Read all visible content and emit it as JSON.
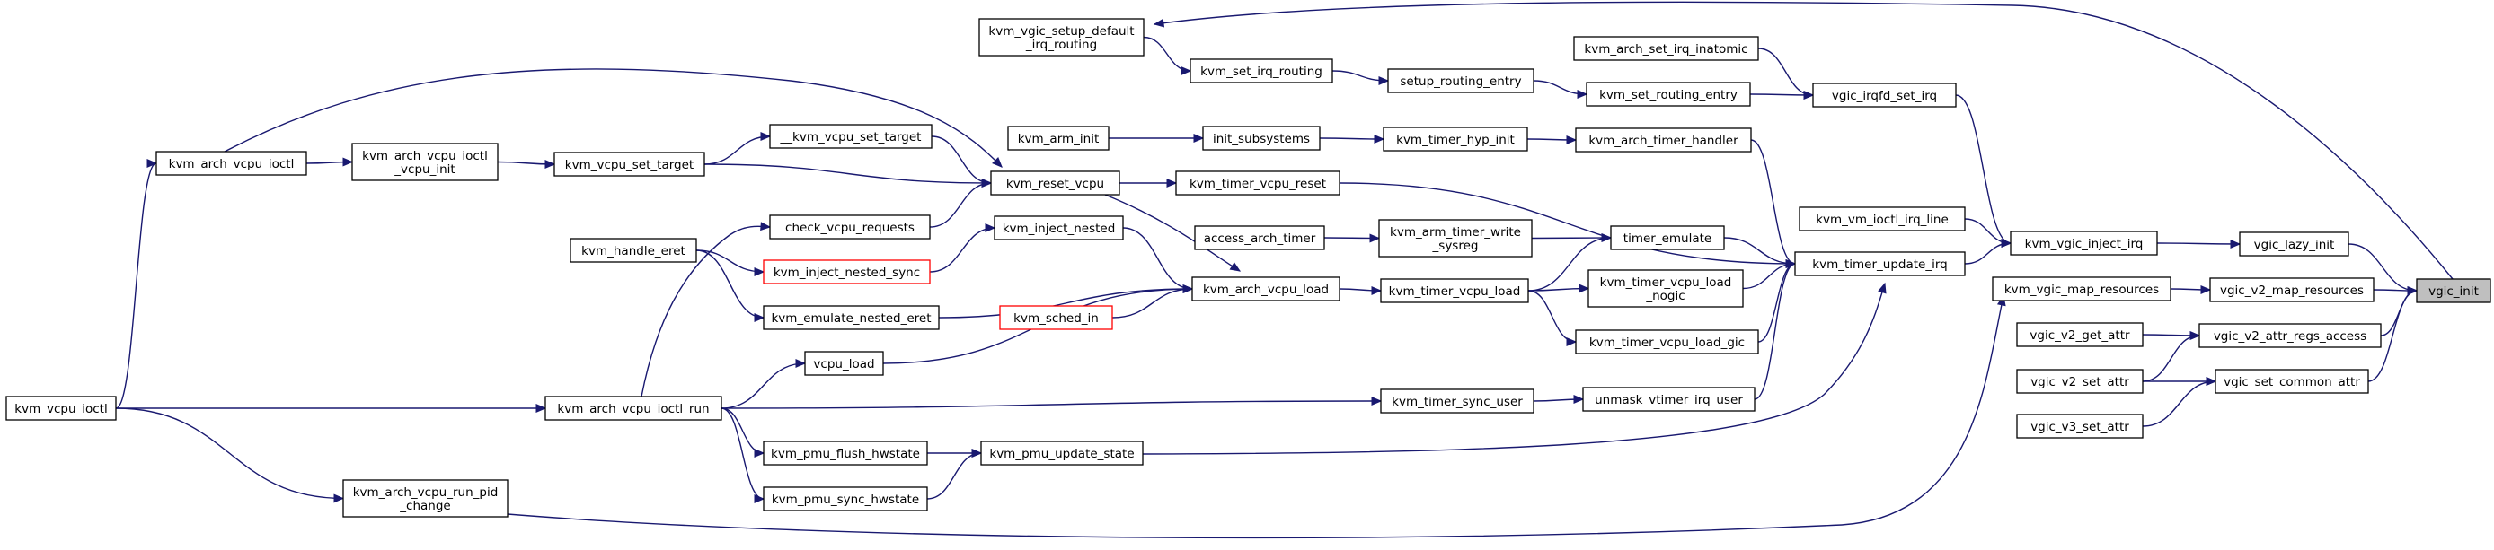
{
  "nodes": [
    {
      "id": "vgic_init",
      "lines": [
        "vgic_init"
      ],
      "current": true
    },
    {
      "id": "vgic_lazy_init",
      "lines": [
        "vgic_lazy_init"
      ]
    },
    {
      "id": "vgic_v2_map_resources",
      "lines": [
        "vgic_v2_map_resources"
      ]
    },
    {
      "id": "vgic_v2_attr_regs_access",
      "lines": [
        "vgic_v2_attr_regs_access"
      ]
    },
    {
      "id": "vgic_set_common_attr",
      "lines": [
        "vgic_set_common_attr"
      ]
    },
    {
      "id": "kvm_vgic_inject_irq",
      "lines": [
        "kvm_vgic_inject_irq"
      ]
    },
    {
      "id": "kvm_vgic_map_resources",
      "lines": [
        "kvm_vgic_map_resources"
      ]
    },
    {
      "id": "vgic_v2_get_attr",
      "lines": [
        "vgic_v2_get_attr"
      ]
    },
    {
      "id": "vgic_v2_set_attr",
      "lines": [
        "vgic_v2_set_attr"
      ]
    },
    {
      "id": "vgic_v3_set_attr",
      "lines": [
        "vgic_v3_set_attr"
      ]
    },
    {
      "id": "vgic_irqfd_set_irq",
      "lines": [
        "vgic_irqfd_set_irq"
      ]
    },
    {
      "id": "kvm_vm_ioctl_irq_line",
      "lines": [
        "kvm_vm_ioctl_irq_line"
      ]
    },
    {
      "id": "kvm_timer_update_irq",
      "lines": [
        "kvm_timer_update_irq"
      ]
    },
    {
      "id": "kvm_arch_set_irq_inatomic",
      "lines": [
        "kvm_arch_set_irq_inatomic"
      ]
    },
    {
      "id": "kvm_set_routing_entry",
      "lines": [
        "kvm_set_routing_entry"
      ]
    },
    {
      "id": "kvm_arch_timer_handler",
      "lines": [
        "kvm_arch_timer_handler"
      ]
    },
    {
      "id": "timer_emulate",
      "lines": [
        "timer_emulate"
      ]
    },
    {
      "id": "kvm_timer_vcpu_load_nogic",
      "lines": [
        "kvm_timer_vcpu_load",
        "_nogic"
      ]
    },
    {
      "id": "kvm_timer_vcpu_load_gic",
      "lines": [
        "kvm_timer_vcpu_load_gic"
      ]
    },
    {
      "id": "unmask_vtimer_irq_user",
      "lines": [
        "unmask_vtimer_irq_user"
      ]
    },
    {
      "id": "kvm_vgic_setup_default_irq_routing",
      "lines": [
        "kvm_vgic_setup_default",
        "_irq_routing"
      ]
    },
    {
      "id": "kvm_set_irq_routing",
      "lines": [
        "kvm_set_irq_routing"
      ]
    },
    {
      "id": "setup_routing_entry",
      "lines": [
        "setup_routing_entry"
      ]
    },
    {
      "id": "kvm_timer_hyp_init",
      "lines": [
        "kvm_timer_hyp_init"
      ]
    },
    {
      "id": "kvm_timer_vcpu_reset",
      "lines": [
        "kvm_timer_vcpu_reset"
      ]
    },
    {
      "id": "kvm_arm_timer_write_sysreg",
      "lines": [
        "kvm_arm_timer_write",
        "_sysreg"
      ]
    },
    {
      "id": "kvm_timer_vcpu_load",
      "lines": [
        "kvm_timer_vcpu_load"
      ]
    },
    {
      "id": "kvm_timer_sync_user",
      "lines": [
        "kvm_timer_sync_user"
      ]
    },
    {
      "id": "kvm_pmu_update_state",
      "lines": [
        "kvm_pmu_update_state"
      ]
    },
    {
      "id": "init_subsystems",
      "lines": [
        "init_subsystems"
      ]
    },
    {
      "id": "kvm_arm_init",
      "lines": [
        "kvm_arm_init"
      ]
    },
    {
      "id": "kvm_reset_vcpu",
      "lines": [
        "kvm_reset_vcpu"
      ]
    },
    {
      "id": "access_arch_timer",
      "lines": [
        "access_arch_timer"
      ]
    },
    {
      "id": "kvm_arch_vcpu_load",
      "lines": [
        "kvm_arch_vcpu_load"
      ]
    },
    {
      "id": "kvm_pmu_flush_hwstate",
      "lines": [
        "kvm_pmu_flush_hwstate"
      ]
    },
    {
      "id": "kvm_pmu_sync_hwstate",
      "lines": [
        "kvm_pmu_sync_hwstate"
      ]
    },
    {
      "id": "__kvm_vcpu_set_target",
      "lines": [
        "__kvm_vcpu_set_target"
      ]
    },
    {
      "id": "check_vcpu_requests",
      "lines": [
        "check_vcpu_requests"
      ]
    },
    {
      "id": "kvm_inject_nested",
      "lines": [
        "kvm_inject_nested"
      ]
    },
    {
      "id": "kvm_inject_nested_sync",
      "lines": [
        "kvm_inject_nested_sync"
      ],
      "red": true
    },
    {
      "id": "kvm_emulate_nested_eret",
      "lines": [
        "kvm_emulate_nested_eret"
      ]
    },
    {
      "id": "kvm_sched_in",
      "lines": [
        "kvm_sched_in"
      ],
      "red": true
    },
    {
      "id": "vcpu_load",
      "lines": [
        "vcpu_load"
      ]
    },
    {
      "id": "kvm_arch_vcpu_ioctl_run",
      "lines": [
        "kvm_arch_vcpu_ioctl_run"
      ]
    },
    {
      "id": "kvm_vcpu_set_target",
      "lines": [
        "kvm_vcpu_set_target"
      ]
    },
    {
      "id": "kvm_handle_eret",
      "lines": [
        "kvm_handle_eret"
      ]
    },
    {
      "id": "kvm_arch_vcpu_ioctl_vcpu_init",
      "lines": [
        "kvm_arch_vcpu_ioctl",
        "_vcpu_init"
      ]
    },
    {
      "id": "kvm_arch_vcpu_run_pid_change",
      "lines": [
        "kvm_arch_vcpu_run_pid",
        "_change"
      ]
    },
    {
      "id": "kvm_arch_vcpu_ioctl",
      "lines": [
        "kvm_arch_vcpu_ioctl"
      ]
    },
    {
      "id": "kvm_vcpu_ioctl",
      "lines": [
        "kvm_vcpu_ioctl"
      ]
    }
  ],
  "edges": [
    [
      "vgic_lazy_init",
      "vgic_init"
    ],
    [
      "vgic_v2_map_resources",
      "vgic_init"
    ],
    [
      "vgic_v2_attr_regs_access",
      "vgic_init"
    ],
    [
      "vgic_set_common_attr",
      "vgic_init"
    ],
    [
      "kvm_vgic_setup_default_irq_routing",
      "vgic_init"
    ],
    [
      "kvm_vgic_inject_irq",
      "vgic_lazy_init"
    ],
    [
      "kvm_vgic_map_resources",
      "vgic_v2_map_resources"
    ],
    [
      "vgic_v2_get_attr",
      "vgic_v2_attr_regs_access"
    ],
    [
      "vgic_v2_set_attr",
      "vgic_v2_attr_regs_access"
    ],
    [
      "vgic_v2_set_attr",
      "vgic_set_common_attr"
    ],
    [
      "vgic_v3_set_attr",
      "vgic_set_common_attr"
    ],
    [
      "vgic_irqfd_set_irq",
      "kvm_vgic_inject_irq"
    ],
    [
      "kvm_vm_ioctl_irq_line",
      "kvm_vgic_inject_irq"
    ],
    [
      "kvm_timer_update_irq",
      "kvm_vgic_inject_irq"
    ],
    [
      "kvm_arch_vcpu_run_pid_change",
      "kvm_vgic_map_resources"
    ],
    [
      "kvm_arch_set_irq_inatomic",
      "vgic_irqfd_set_irq"
    ],
    [
      "kvm_set_routing_entry",
      "vgic_irqfd_set_irq"
    ],
    [
      "kvm_arch_timer_handler",
      "kvm_timer_update_irq"
    ],
    [
      "timer_emulate",
      "kvm_timer_update_irq"
    ],
    [
      "kvm_timer_vcpu_load_nogic",
      "kvm_timer_update_irq"
    ],
    [
      "kvm_timer_vcpu_load_gic",
      "kvm_timer_update_irq"
    ],
    [
      "unmask_vtimer_irq_user",
      "kvm_timer_update_irq"
    ],
    [
      "kvm_timer_vcpu_reset",
      "kvm_timer_update_irq"
    ],
    [
      "kvm_pmu_update_state",
      "kvm_timer_update_irq"
    ],
    [
      "kvm_vgic_setup_default_irq_routing",
      "kvm_set_irq_routing"
    ],
    [
      "kvm_set_irq_routing",
      "setup_routing_entry"
    ],
    [
      "setup_routing_entry",
      "kvm_set_routing_entry"
    ],
    [
      "kvm_timer_hyp_init",
      "kvm_arch_timer_handler"
    ],
    [
      "kvm_arm_timer_write_sysreg",
      "timer_emulate"
    ],
    [
      "kvm_timer_vcpu_load",
      "timer_emulate"
    ],
    [
      "kvm_timer_vcpu_load",
      "kvm_timer_vcpu_load_nogic"
    ],
    [
      "kvm_timer_vcpu_load",
      "kvm_timer_vcpu_load_gic"
    ],
    [
      "kvm_timer_sync_user",
      "unmask_vtimer_irq_user"
    ],
    [
      "init_subsystems",
      "kvm_timer_hyp_init"
    ],
    [
      "kvm_arm_init",
      "init_subsystems"
    ],
    [
      "kvm_reset_vcpu",
      "kvm_timer_vcpu_reset"
    ],
    [
      "access_arch_timer",
      "kvm_arm_timer_write_sysreg"
    ],
    [
      "kvm_arch_vcpu_load",
      "kvm_timer_vcpu_load"
    ],
    [
      "kvm_arch_vcpu_ioctl_run",
      "kvm_timer_sync_user"
    ],
    [
      "kvm_pmu_flush_hwstate",
      "kvm_pmu_update_state"
    ],
    [
      "kvm_pmu_sync_hwstate",
      "kvm_pmu_update_state"
    ],
    [
      "__kvm_vcpu_set_target",
      "kvm_reset_vcpu"
    ],
    [
      "check_vcpu_requests",
      "kvm_reset_vcpu"
    ],
    [
      "kvm_vcpu_set_target",
      "kvm_reset_vcpu"
    ],
    [
      "kvm_arch_vcpu_ioctl",
      "kvm_reset_vcpu"
    ],
    [
      "kvm_reset_vcpu",
      "kvm_arch_vcpu_load"
    ],
    [
      "kvm_inject_nested",
      "kvm_arch_vcpu_load"
    ],
    [
      "kvm_emulate_nested_eret",
      "kvm_arch_vcpu_load"
    ],
    [
      "kvm_sched_in",
      "kvm_arch_vcpu_load"
    ],
    [
      "vcpu_load",
      "kvm_arch_vcpu_load"
    ],
    [
      "kvm_arch_vcpu_ioctl_run",
      "kvm_pmu_flush_hwstate"
    ],
    [
      "kvm_arch_vcpu_ioctl_run",
      "kvm_pmu_sync_hwstate"
    ],
    [
      "kvm_vcpu_set_target",
      "__kvm_vcpu_set_target"
    ],
    [
      "kvm_arch_vcpu_ioctl_run",
      "check_vcpu_requests"
    ],
    [
      "kvm_inject_nested_sync",
      "kvm_inject_nested"
    ],
    [
      "kvm_handle_eret",
      "kvm_inject_nested_sync"
    ],
    [
      "kvm_handle_eret",
      "kvm_emulate_nested_eret"
    ],
    [
      "kvm_arch_vcpu_ioctl_run",
      "vcpu_load"
    ],
    [
      "kvm_vcpu_ioctl",
      "kvm_arch_vcpu_ioctl_run"
    ],
    [
      "kvm_arch_vcpu_ioctl_vcpu_init",
      "kvm_vcpu_set_target"
    ],
    [
      "kvm_vcpu_ioctl",
      "kvm_arch_vcpu_run_pid_change"
    ],
    [
      "kvm_arch_vcpu_ioctl",
      "kvm_arch_vcpu_ioctl_vcpu_init"
    ],
    [
      "kvm_vcpu_ioctl",
      "kvm_arch_vcpu_ioctl"
    ]
  ]
}
